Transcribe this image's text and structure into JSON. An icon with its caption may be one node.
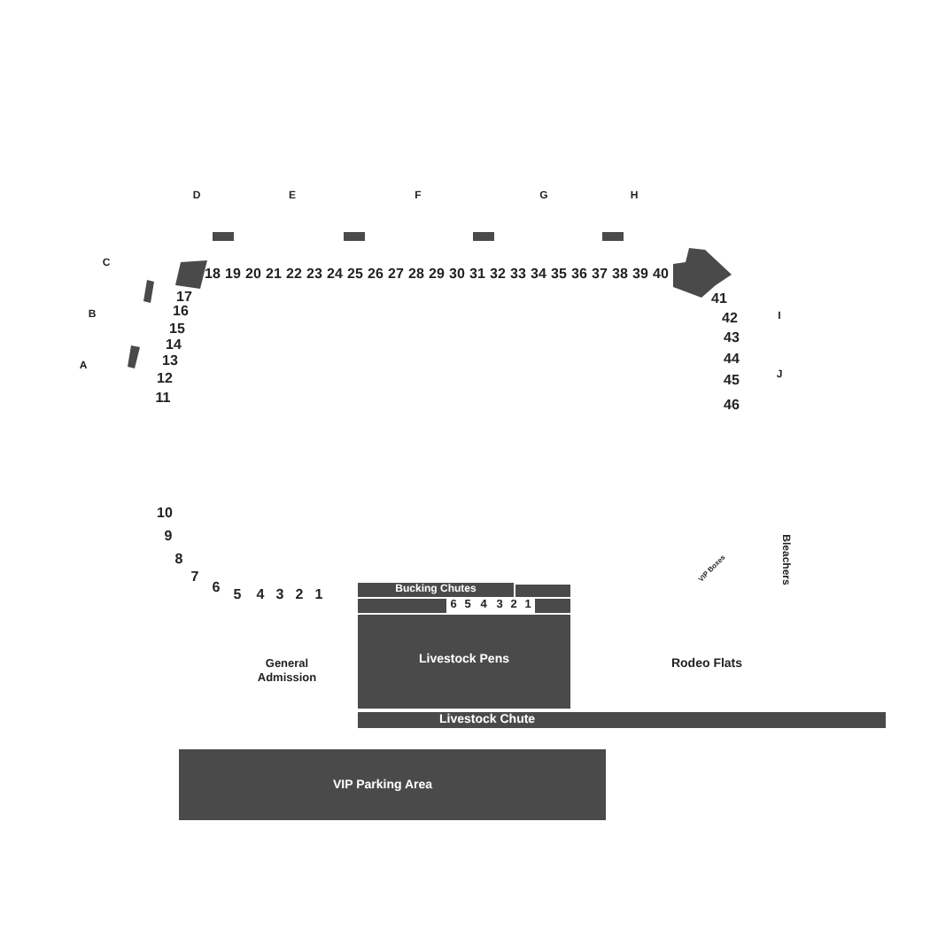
{
  "diagram": {
    "nodes": [
      {
        "text": [
          "Bucking Chutes"
        ]
      },
      {
        "text": [
          "Livestock Pens"
        ]
      },
      {
        "text": [
          "Livestock Chute"
        ]
      },
      {
        "text": [
          "VIP Parking Area"
        ]
      }
    ],
    "labels": [
      "D",
      "E",
      "F",
      "G",
      "H",
      "C",
      "B",
      "A",
      "I",
      "J",
      "11",
      "12",
      "13",
      "14",
      "15",
      "16",
      "17",
      "18",
      "19",
      "20",
      "21",
      "22",
      "23",
      "24",
      "25",
      "26",
      "27",
      "28",
      "29",
      "30",
      "31",
      "32",
      "33",
      "34",
      "35",
      "36",
      "37",
      "38",
      "39",
      "40",
      "41",
      "42",
      "43",
      "44",
      "45",
      "46",
      "10",
      "9",
      "8",
      "7",
      "6",
      "5",
      "4",
      "3",
      "2",
      "1",
      "6",
      "5",
      "4",
      "3",
      "2",
      "1",
      "VIP Boxes",
      "Bleachers",
      "General Admission",
      "Rodeo Flats"
    ]
  }
}
